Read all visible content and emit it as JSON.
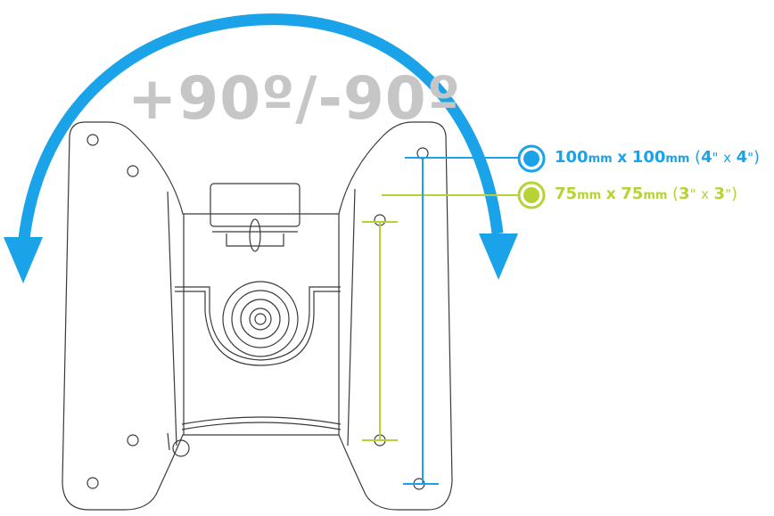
{
  "rotation": {
    "label": "+90º/-90º"
  },
  "colors": {
    "blue": "#1aa3e8",
    "green": "#b5d334",
    "rotation_text": "#c6c6c6",
    "outline": "#3a3a3a"
  },
  "vesa": [
    {
      "w": "100",
      "h": "100",
      "unit": "mm",
      "sep": "x",
      "w_in": "4",
      "h_in": "4",
      "inch_mark": "\"",
      "color_key": "blue"
    },
    {
      "w": "75",
      "h": "75",
      "unit": "mm",
      "sep": "x",
      "w_in": "3",
      "h_in": "3",
      "inch_mark": "\"",
      "color_key": "green"
    }
  ]
}
